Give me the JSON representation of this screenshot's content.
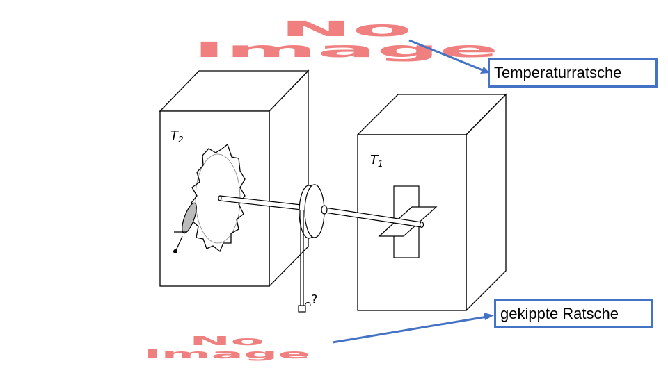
{
  "placeholders": {
    "top": {
      "line1": "No",
      "line2": "Image"
    },
    "bottom": {
      "line1": "No",
      "line2": "Image"
    },
    "color": "#f08080"
  },
  "labels": {
    "temperature_ratchet": "Temperaturratsche",
    "tilted_ratchet": "gekippte Ratsche"
  },
  "diagram": {
    "hot_box_label": "T",
    "hot_box_subscript": "2",
    "cold_box_label": "T",
    "cold_box_subscript": "1",
    "weight_label": "?"
  },
  "colors": {
    "arrow": "#4472c4",
    "box_border": "#4472c4",
    "line": "#000000"
  }
}
